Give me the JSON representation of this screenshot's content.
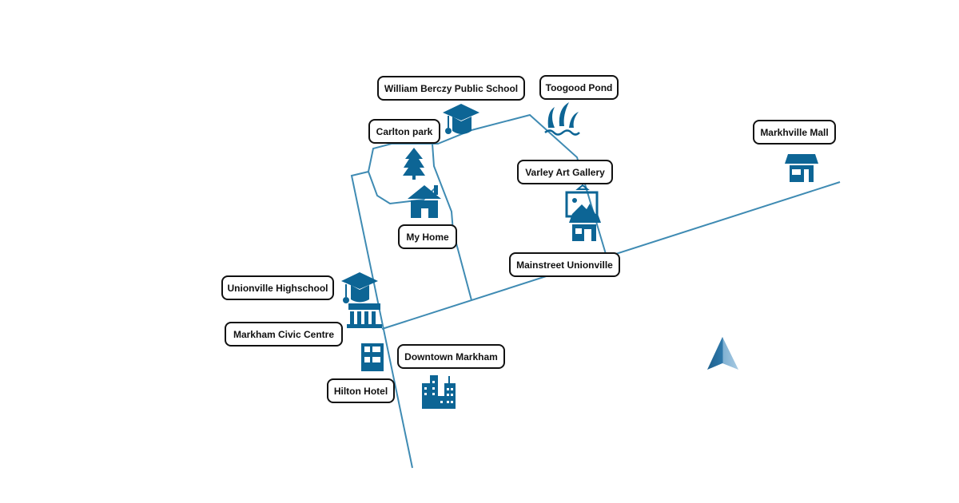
{
  "colors": {
    "road": "#3f8bb3",
    "icon": "#0d6595",
    "label_border": "#111111"
  },
  "places": {
    "school1": {
      "label": "William Berczy Public School",
      "icon": "graduation-cap-icon"
    },
    "pond": {
      "label": "Toogood Pond",
      "icon": "fountain-icon"
    },
    "park": {
      "label": "Carlton park",
      "icon": "pine-tree-icon"
    },
    "mall": {
      "label": "Markhville Mall",
      "icon": "store-icon"
    },
    "gallery": {
      "label": "Varley Art Gallery",
      "icon": "picture-frame-icon"
    },
    "home": {
      "label": "My Home",
      "icon": "house-icon"
    },
    "mainstreet": {
      "label": "Mainstreet Unionville",
      "icon": "shop-icon"
    },
    "highschool": {
      "label": "Unionville Highschool",
      "icon": "graduation-cap-icon"
    },
    "civic": {
      "label": "Markham Civic Centre",
      "icon": "government-building-icon"
    },
    "downtown": {
      "label": "Downtown Markham",
      "icon": "city-buildings-icon"
    },
    "hotel": {
      "label": "Hilton Hotel",
      "icon": "hotel-building-icon"
    }
  },
  "navigation": {
    "icon": "navigation-arrow-icon"
  }
}
